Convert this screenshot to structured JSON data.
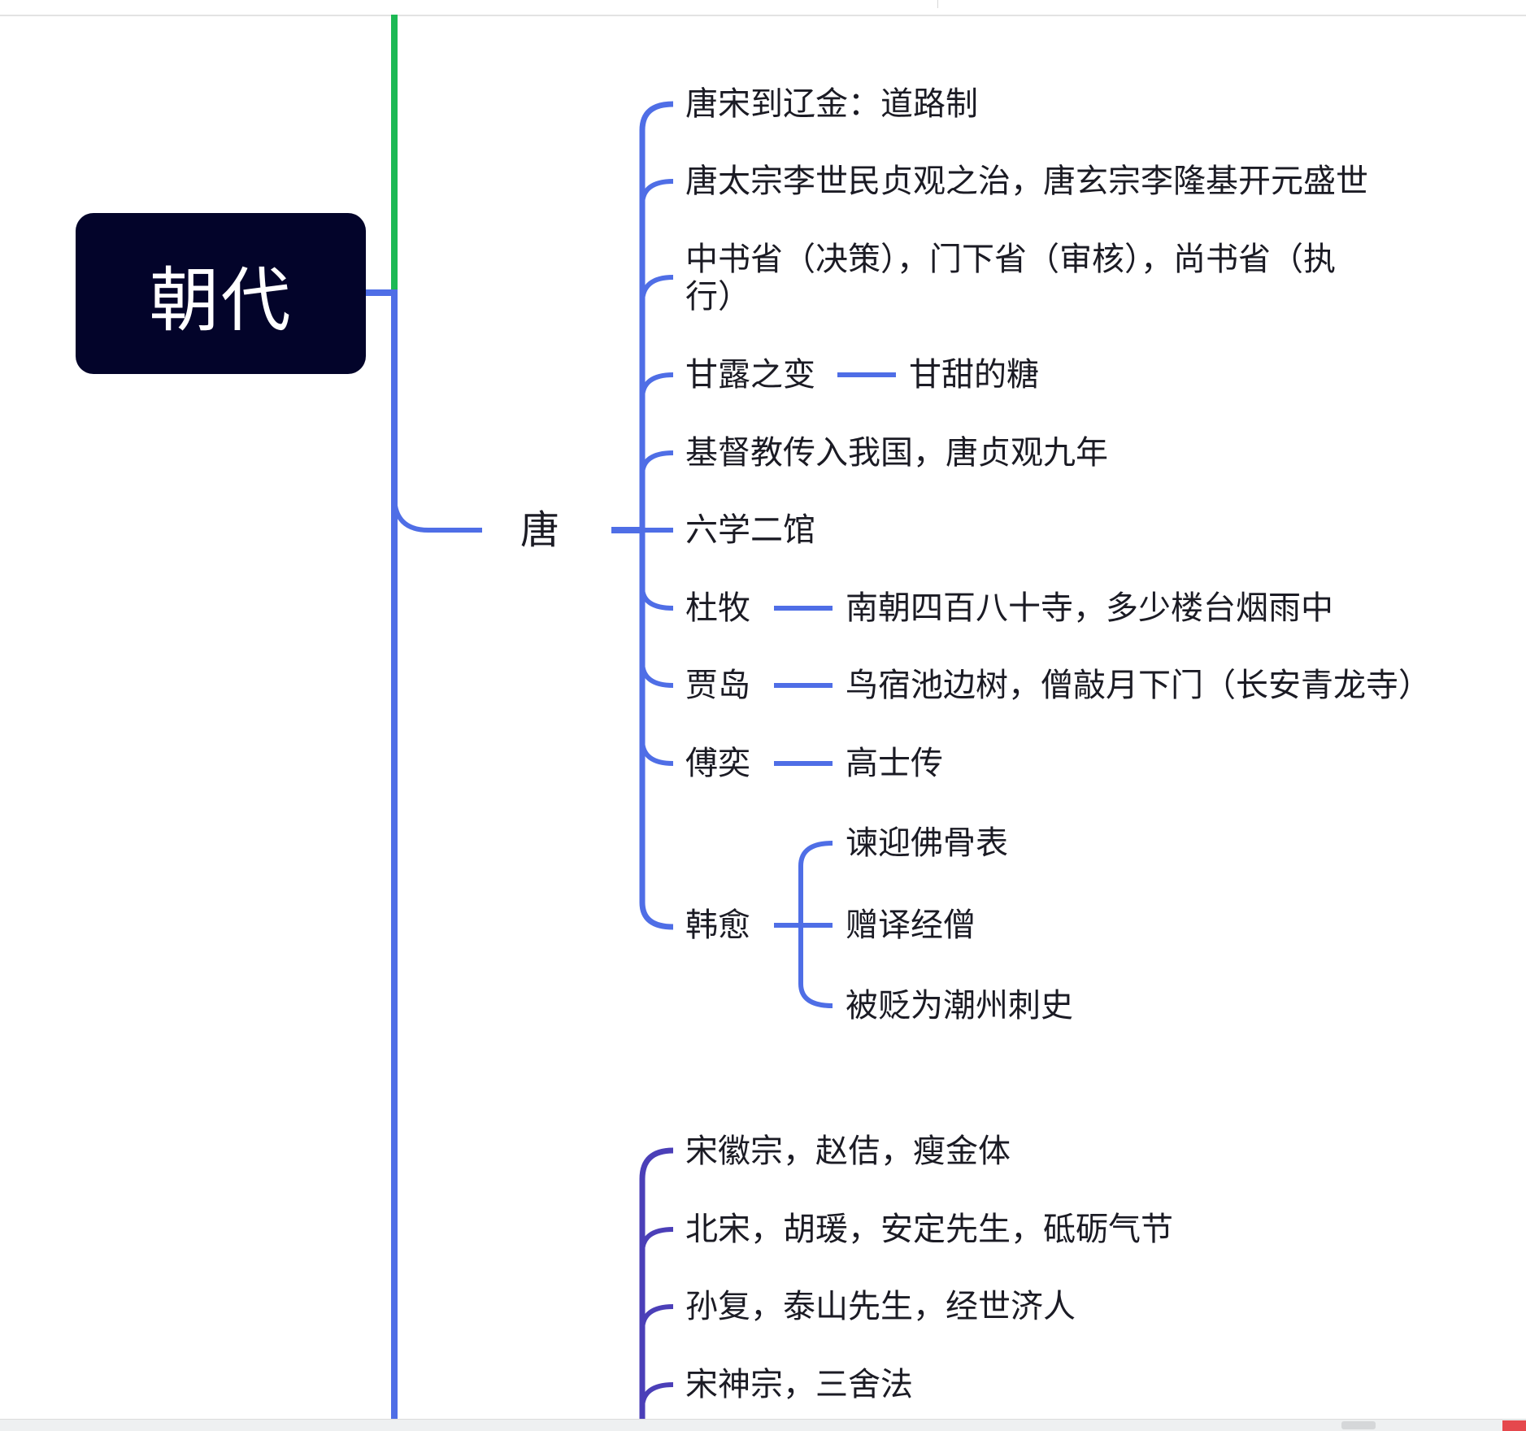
{
  "root": "朝代",
  "branch": "唐",
  "tang": [
    "唐宋到辽金：道路制",
    "唐太宗李世民贞观之治，唐玄宗李隆基开元盛世",
    [
      "中书省（决策），门下省（审核），尚书省（执",
      "行）"
    ],
    "甘露之变",
    "基督教传入我国，唐贞观九年",
    "六学二馆",
    "杜牧",
    "贾岛",
    "傅奕",
    "韩愈"
  ],
  "tang_details": {
    "ganlu": "甘甜的糖",
    "dumu": "南朝四百八十寺，多少楼台烟雨中",
    "jiadao": "鸟宿池边树，僧敲月下门（长安青龙寺）",
    "fuyi": "高士传",
    "hanyu": [
      "谏迎佛骨表",
      "赠译经僧",
      "被贬为潮州刺史"
    ]
  },
  "song": [
    "宋徽宗，赵佶，瘦金体",
    "北宋，胡瑗，安定先生，砥砺气节",
    "孙复，泰山先生，经世济人",
    "宋神宗，三舍法"
  ],
  "colors": {
    "root_bg": "#03042a",
    "trunk_blue": "#4f6ee6",
    "top_green": "#1db954",
    "song_purple": "#4b3fb8"
  }
}
